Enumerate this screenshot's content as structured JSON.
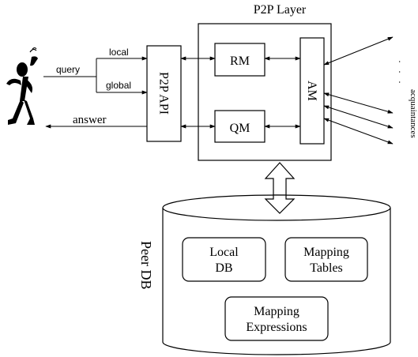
{
  "p2p_layer": {
    "title": "P2P Layer"
  },
  "p2p_api": {
    "label": "P2P API"
  },
  "rm": {
    "label": "RM"
  },
  "qm": {
    "label": "QM"
  },
  "am": {
    "label": "AM"
  },
  "user_flow": {
    "query": "query",
    "local": "local",
    "global": "global",
    "answer": "answer"
  },
  "acquaintances": {
    "label": "acquaintances",
    "dots": "· · ·"
  },
  "peer_db": {
    "label": "Peer DB",
    "local_db": [
      "Local",
      "DB"
    ],
    "mapping_tables": [
      "Mapping",
      "Tables"
    ],
    "mapping_expressions": [
      "Mapping",
      "Expressions"
    ]
  }
}
